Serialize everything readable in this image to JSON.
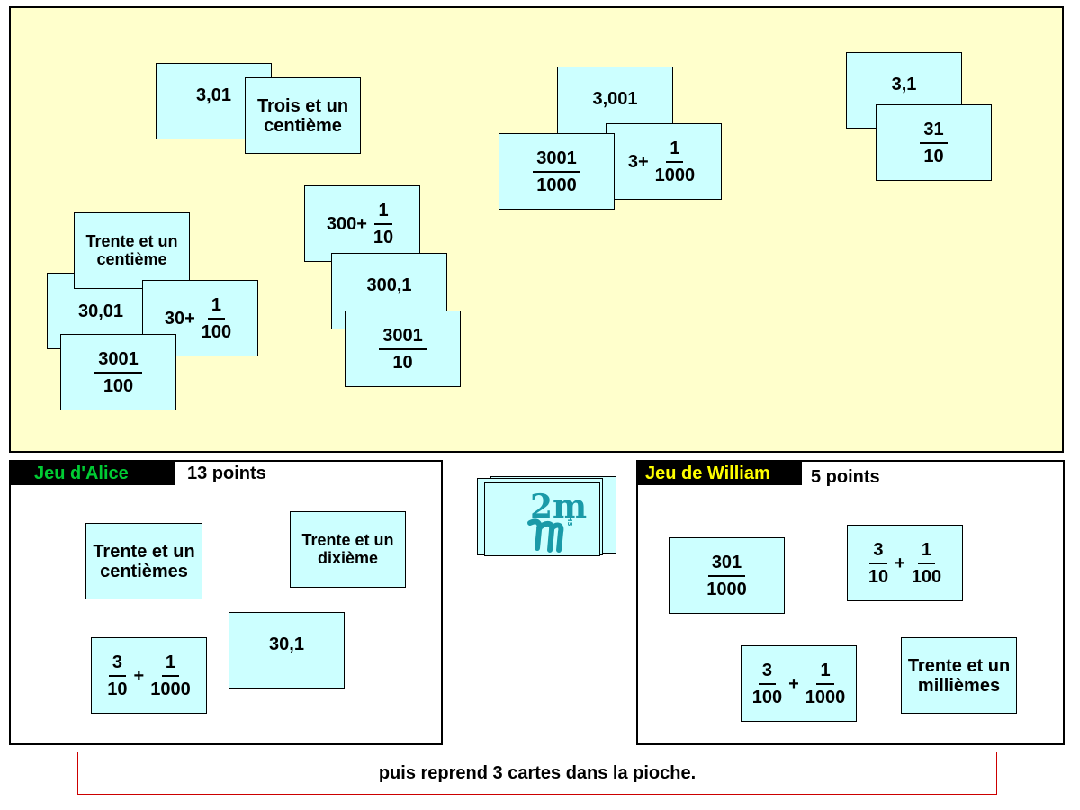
{
  "board": {
    "cards": {
      "c1": "3,01",
      "c2": "Trois et un centième",
      "c3": "3,001",
      "c4": {
        "num": "3001",
        "den": "1000"
      },
      "c5": {
        "whole": "3+",
        "num": "1",
        "den": "1000"
      },
      "c6": "3,1",
      "c7": {
        "num": "31",
        "den": "10"
      },
      "c8": "Trente et un centième",
      "c9": "30,01",
      "c10": {
        "whole": "30+",
        "num": "1",
        "den": "100"
      },
      "c11": {
        "num": "3001",
        "den": "100"
      },
      "c12": {
        "whole": "300+",
        "num": "1",
        "den": "10"
      },
      "c13": "300,1",
      "c14": {
        "num": "3001",
        "den": "10"
      }
    }
  },
  "alice": {
    "name": "Jeu d'Alice",
    "name_color": "#00cc33",
    "score": "13 points",
    "cards": {
      "a1": "Trente et un centièmes",
      "a2": "Trente et un dixième",
      "a3": "30,1",
      "a4": {
        "n1": "3",
        "d1": "10",
        "op": "+",
        "n2": "1",
        "d2": "1000"
      }
    }
  },
  "william": {
    "name": "Jeu de William",
    "name_color": "#ffff00",
    "score": "5 points",
    "cards": {
      "w1": {
        "num": "301",
        "den": "1000"
      },
      "w2": {
        "n1": "3",
        "d1": "10",
        "op": "+",
        "n2": "1",
        "d2": "100"
      },
      "w3": {
        "n1": "3",
        "d1": "100",
        "op": "+",
        "n2": "1",
        "d2": "1000"
      },
      "w4": "Trente et un millièmes"
    }
  },
  "pile": {
    "logo_icon": "2m-logo-icon",
    "logo_letters": "2m",
    "logo_caption": "MATHS"
  },
  "message": "puis reprend 3 cartes dans la pioche.",
  "colors": {
    "board": "#ffffcc",
    "card": "#ccffff",
    "message_border": "#cc0000",
    "logo": "#1a9aa8"
  }
}
